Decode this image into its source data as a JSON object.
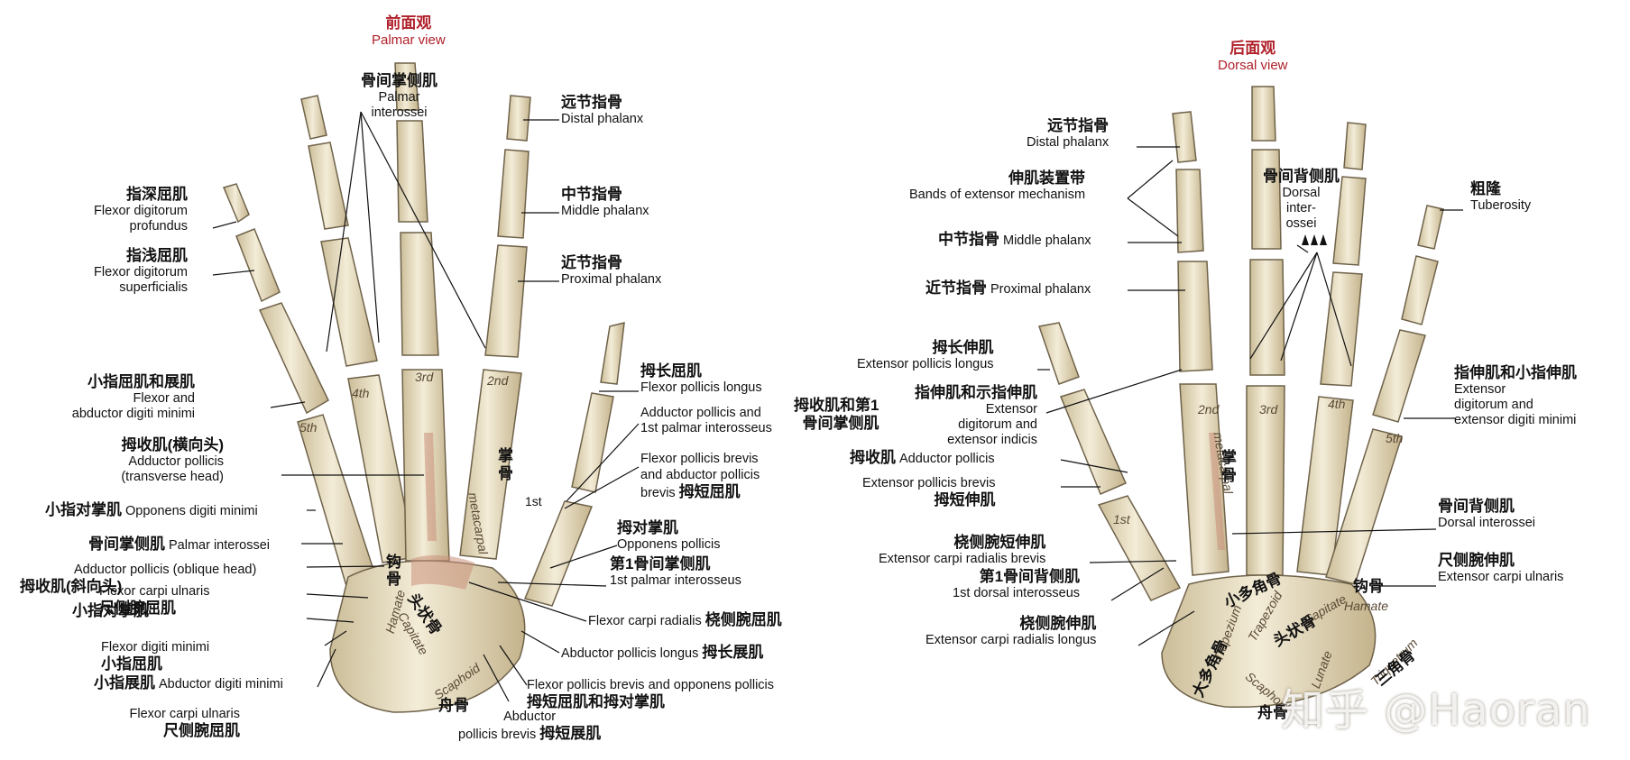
{
  "palmar": {
    "title_cn": "前面观",
    "title_en": "Palmar view",
    "labels": [
      {
        "id": "palmar-interossei-top",
        "cn": "骨间掌侧肌",
        "en": "Palmar\ninterossei"
      },
      {
        "id": "distal-phalanx",
        "cn": "远节指骨",
        "en": "Distal phalanx"
      },
      {
        "id": "middle-phalanx",
        "cn": "中节指骨",
        "en": "Middle phalanx"
      },
      {
        "id": "proximal-phalanx",
        "cn": "近节指骨",
        "en": "Proximal phalanx"
      },
      {
        "id": "fdp",
        "cn": "指深屈肌",
        "en": "Flexor digitorum\nprofundus"
      },
      {
        "id": "fds",
        "cn": "指浅屈肌",
        "en": "Flexor digitorum\nsuperficialis"
      },
      {
        "id": "fadm",
        "cn": "小指屈肌和展肌",
        "en": "Flexor and\nabductor digiti minimi"
      },
      {
        "id": "adductor-transverse",
        "cn": "拇收肌(横向头)",
        "en": "Adductor pollicis\n(transverse head)"
      },
      {
        "id": "odm-1",
        "cn": "小指对掌肌",
        "en": "Opponens digiti minimi"
      },
      {
        "id": "palmar-interossei-2",
        "cn": "骨间掌侧肌",
        "en": "Palmar interossei"
      },
      {
        "id": "adductor-oblique",
        "cn": "拇收肌(斜向头)",
        "en": "Adductor pollicis (oblique head)"
      },
      {
        "id": "odm-2",
        "cn": "小指对掌肌",
        "en": "Opponens digiti minimi"
      },
      {
        "id": "fcu-1",
        "cn": "尺侧腕屈肌",
        "en": "Flexor carpi ulnaris"
      },
      {
        "id": "fdm",
        "cn": "小指屈肌",
        "en": "Flexor digiti minimi"
      },
      {
        "id": "adm",
        "cn": "小指展肌",
        "en": "Abductor digiti minimi"
      },
      {
        "id": "fcu-2",
        "cn": "尺侧腕屈肌",
        "en": "Flexor carpi ulnaris"
      },
      {
        "id": "fpl",
        "cn": "拇长屈肌",
        "en": "Flexor pollicis longus"
      },
      {
        "id": "adductor-1st-palmar",
        "cn": "",
        "en": "Adductor pollicis and\n1st palmar interosseus"
      },
      {
        "id": "fpb-apb",
        "cn": "拇短屈肌",
        "en": "Flexor pollicis brevis\nand abductor pollicis\nbrevis"
      },
      {
        "id": "opponens-pollicis",
        "cn": "拇对掌肌",
        "en": "Opponens pollicis"
      },
      {
        "id": "first-palmar-interosseus",
        "cn": "第1骨间掌侧肌",
        "en": "1st palmar interosseus"
      },
      {
        "id": "fcr",
        "cn": "桡侧腕屈肌",
        "en": "Flexor carpi radialis"
      },
      {
        "id": "apl",
        "cn": "拇长展肌",
        "en": "Abductor pollicis longus"
      },
      {
        "id": "fpb-op",
        "cn": "拇短屈肌和拇对掌肌",
        "en": "Flexor pollicis brevis and opponens pollicis"
      },
      {
        "id": "apb",
        "cn": "拇短展肌",
        "en": "Abductor\npollicis brevis"
      }
    ],
    "bones": {
      "second": "2nd",
      "third": "3rd",
      "fourth": "4th",
      "fifth": "5th",
      "first": "1st",
      "metacarpal": "metacarpal",
      "metacarpal_cn": "掌骨",
      "hamate": "Hamate",
      "hamate_cn": "钩骨",
      "capitate": "Capitate",
      "capitate_cn": "头状骨",
      "scaphoid": "Scaphoid",
      "scaphoid_cn": "舟骨"
    }
  },
  "dorsal": {
    "title_cn": "后面观",
    "title_en": "Dorsal view",
    "labels": [
      {
        "id": "distal-phalanx",
        "cn": "远节指骨",
        "en": "Distal phalanx"
      },
      {
        "id": "bands-extensor",
        "cn": "伸肌装置带",
        "en": "Bands of extensor mechanism"
      },
      {
        "id": "middle-phalanx",
        "cn": "中节指骨",
        "en": "Middle phalanx"
      },
      {
        "id": "proximal-phalanx",
        "cn": "近节指骨",
        "en": "Proximal phalanx"
      },
      {
        "id": "dorsal-interossei-top",
        "cn": "骨间背侧肌",
        "en": "Dorsal\ninter-\nossei"
      },
      {
        "id": "tuberosity",
        "cn": "粗隆",
        "en": "Tuberosity"
      },
      {
        "id": "epl",
        "cn": "拇长伸肌",
        "en": "Extensor pollicis longus"
      },
      {
        "id": "edi",
        "cn": "指伸肌和示指伸肌",
        "en": "Extensor\ndigitorum and\nextensor indicis"
      },
      {
        "id": "adductor-1st-dorsal",
        "cn": "拇收肌和第1\n骨间掌侧肌",
        "en": ""
      },
      {
        "id": "edm",
        "cn": "指伸肌和小指伸肌",
        "en": "Extensor\ndigitorum and\nextensor digiti minimi"
      },
      {
        "id": "adductor-pollicis",
        "cn": "拇收肌",
        "en": "Adductor pollicis"
      },
      {
        "id": "epb",
        "cn": "拇短伸肌",
        "en": "Extensor pollicis brevis"
      },
      {
        "id": "dorsal-interossei",
        "cn": "骨间背侧肌",
        "en": "Dorsal interossei"
      },
      {
        "id": "ecrb",
        "cn": "桡侧腕短伸肌",
        "en": "Extensor carpi radialis brevis"
      },
      {
        "id": "ecu",
        "cn": "尺侧腕伸肌",
        "en": "Extensor carpi ulnaris"
      },
      {
        "id": "first-dorsal-interosseus",
        "cn": "第1骨间背侧肌",
        "en": "1st dorsal interosseus"
      },
      {
        "id": "ecrl",
        "cn": "桡侧腕伸肌",
        "en": "Extensor carpi radialis longus"
      }
    ],
    "bones": {
      "second": "2nd",
      "third": "3rd",
      "fourth": "4th",
      "fifth": "5th",
      "first": "1st",
      "metacarpal": "metacarpal",
      "metacarpal_cn": "掌骨",
      "hamate": "Hamate",
      "hamate_cn": "钩骨",
      "capitate": "Capitate",
      "capitate_cn": "头状骨",
      "trapezoid": "Trapezoid",
      "trapezoid_cn": "小多角骨",
      "trapezium": "Trapezium",
      "trapezium_cn": "大多角骨",
      "triquetrum": "Triquetrum",
      "triquetrum_cn": "三角骨",
      "scaphoid": "Scaphoid",
      "scaphoid_cn": "舟骨",
      "lunate": "Lunate"
    }
  },
  "watermark": "知乎 @Haoran",
  "colors": {
    "bone": "#ece3c9",
    "bone_shadow": "#c9b995",
    "muscle": "#c9907a",
    "title": "#b0202a"
  }
}
